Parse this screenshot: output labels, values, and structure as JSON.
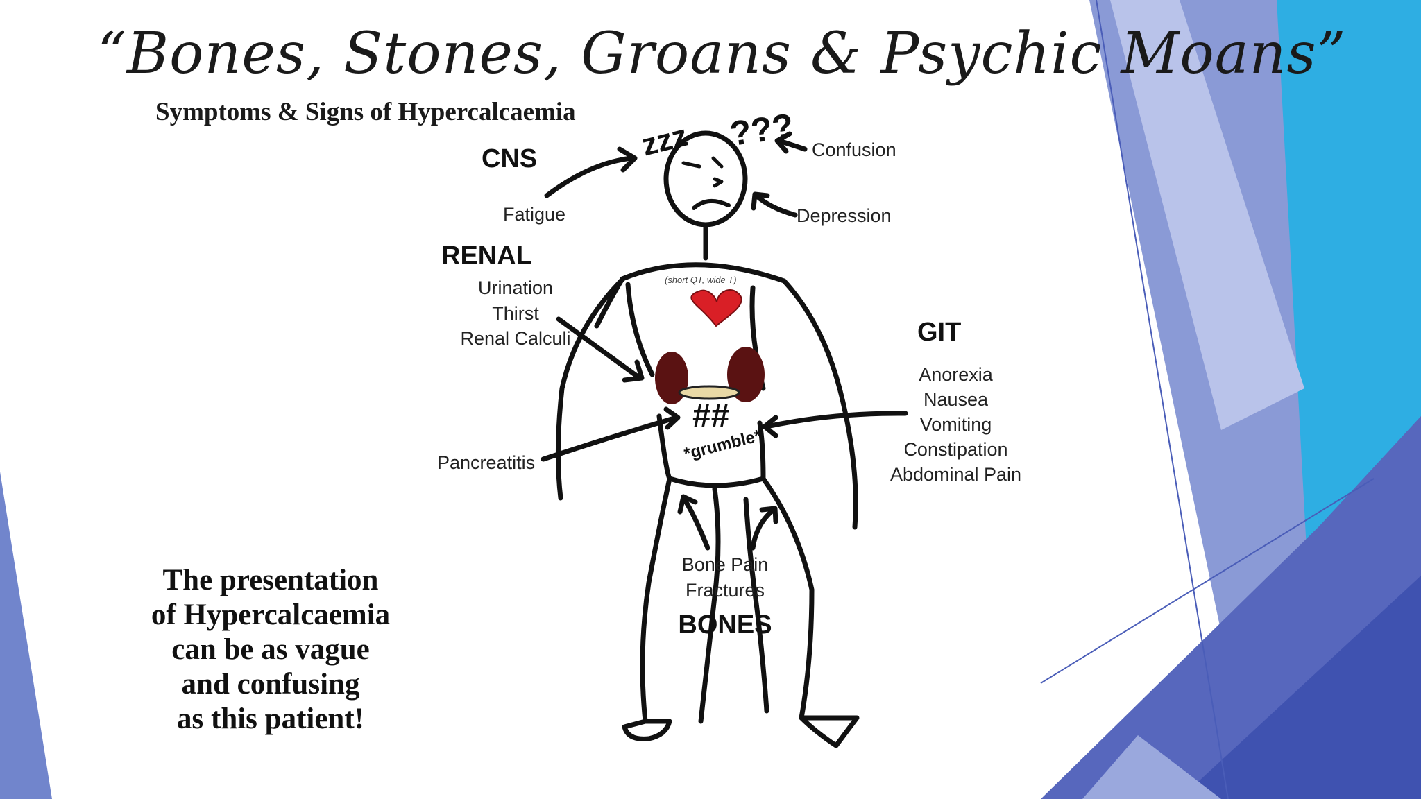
{
  "title": "“Bones, Stones, Groans & Psychic Moans”",
  "subtitle": "Symptoms & Signs of Hypercalcaemia",
  "cns": {
    "label": "CNS",
    "fatigue": "Fatigue",
    "confusion": "Confusion",
    "depression": "Depression"
  },
  "renal": {
    "label": "RENAL",
    "items": [
      "Urination",
      "Thirst",
      "Renal Calculi"
    ]
  },
  "git": {
    "label": "GIT",
    "items": [
      "Anorexia",
      "Nausea",
      "Vomiting",
      "Constipation",
      "Abdominal Pain"
    ]
  },
  "bones": {
    "label": "BONES",
    "items": [
      "Bone Pain",
      "Fractures"
    ]
  },
  "pancreatitis": "Pancreatitis",
  "ecg_note": "(short QT, wide T)",
  "grumble": "*grumble*",
  "hash": "##",
  "zzz": "zzz",
  "qqq": "???",
  "caption": [
    "The presentation",
    "of Hypercalcaemia",
    "can be as vague",
    "and confusing",
    "as this patient!"
  ],
  "colors": {
    "heart": "#d91f26",
    "kidney": "#5a1212",
    "accent_blue": "#2aa7e0",
    "accent_purple": "#6a7cc4"
  }
}
